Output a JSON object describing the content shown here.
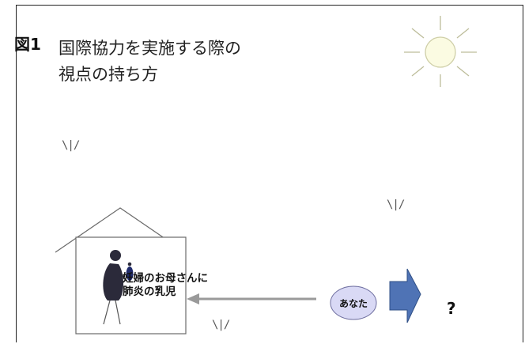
{
  "title": {
    "label": "図1",
    "line1": "国際協力を実施する際の",
    "line2": "視点の持ち方"
  },
  "house_caption": {
    "line1": "妊婦のお母さんに",
    "line2": "肺炎の乳児"
  },
  "you_label": "あなた",
  "question_mark": "?",
  "grass_mark": "\\|/",
  "colors": {
    "frame": "#222222",
    "sun_fill": "#fbfbe2",
    "sun_stroke": "#cfcfa8",
    "you_fill": "#d9d9f5",
    "you_stroke": "#6f6fa0",
    "arrow_gray": "#9a9a9a",
    "block_arrow": "#4f73b5",
    "figure_dark": "#2b2a3a",
    "baby": "#1f2a6a"
  },
  "icons": [
    "sun-icon",
    "house-icon",
    "mother-figure-icon",
    "baby-icon",
    "block-arrow-icon",
    "grass-icon"
  ]
}
